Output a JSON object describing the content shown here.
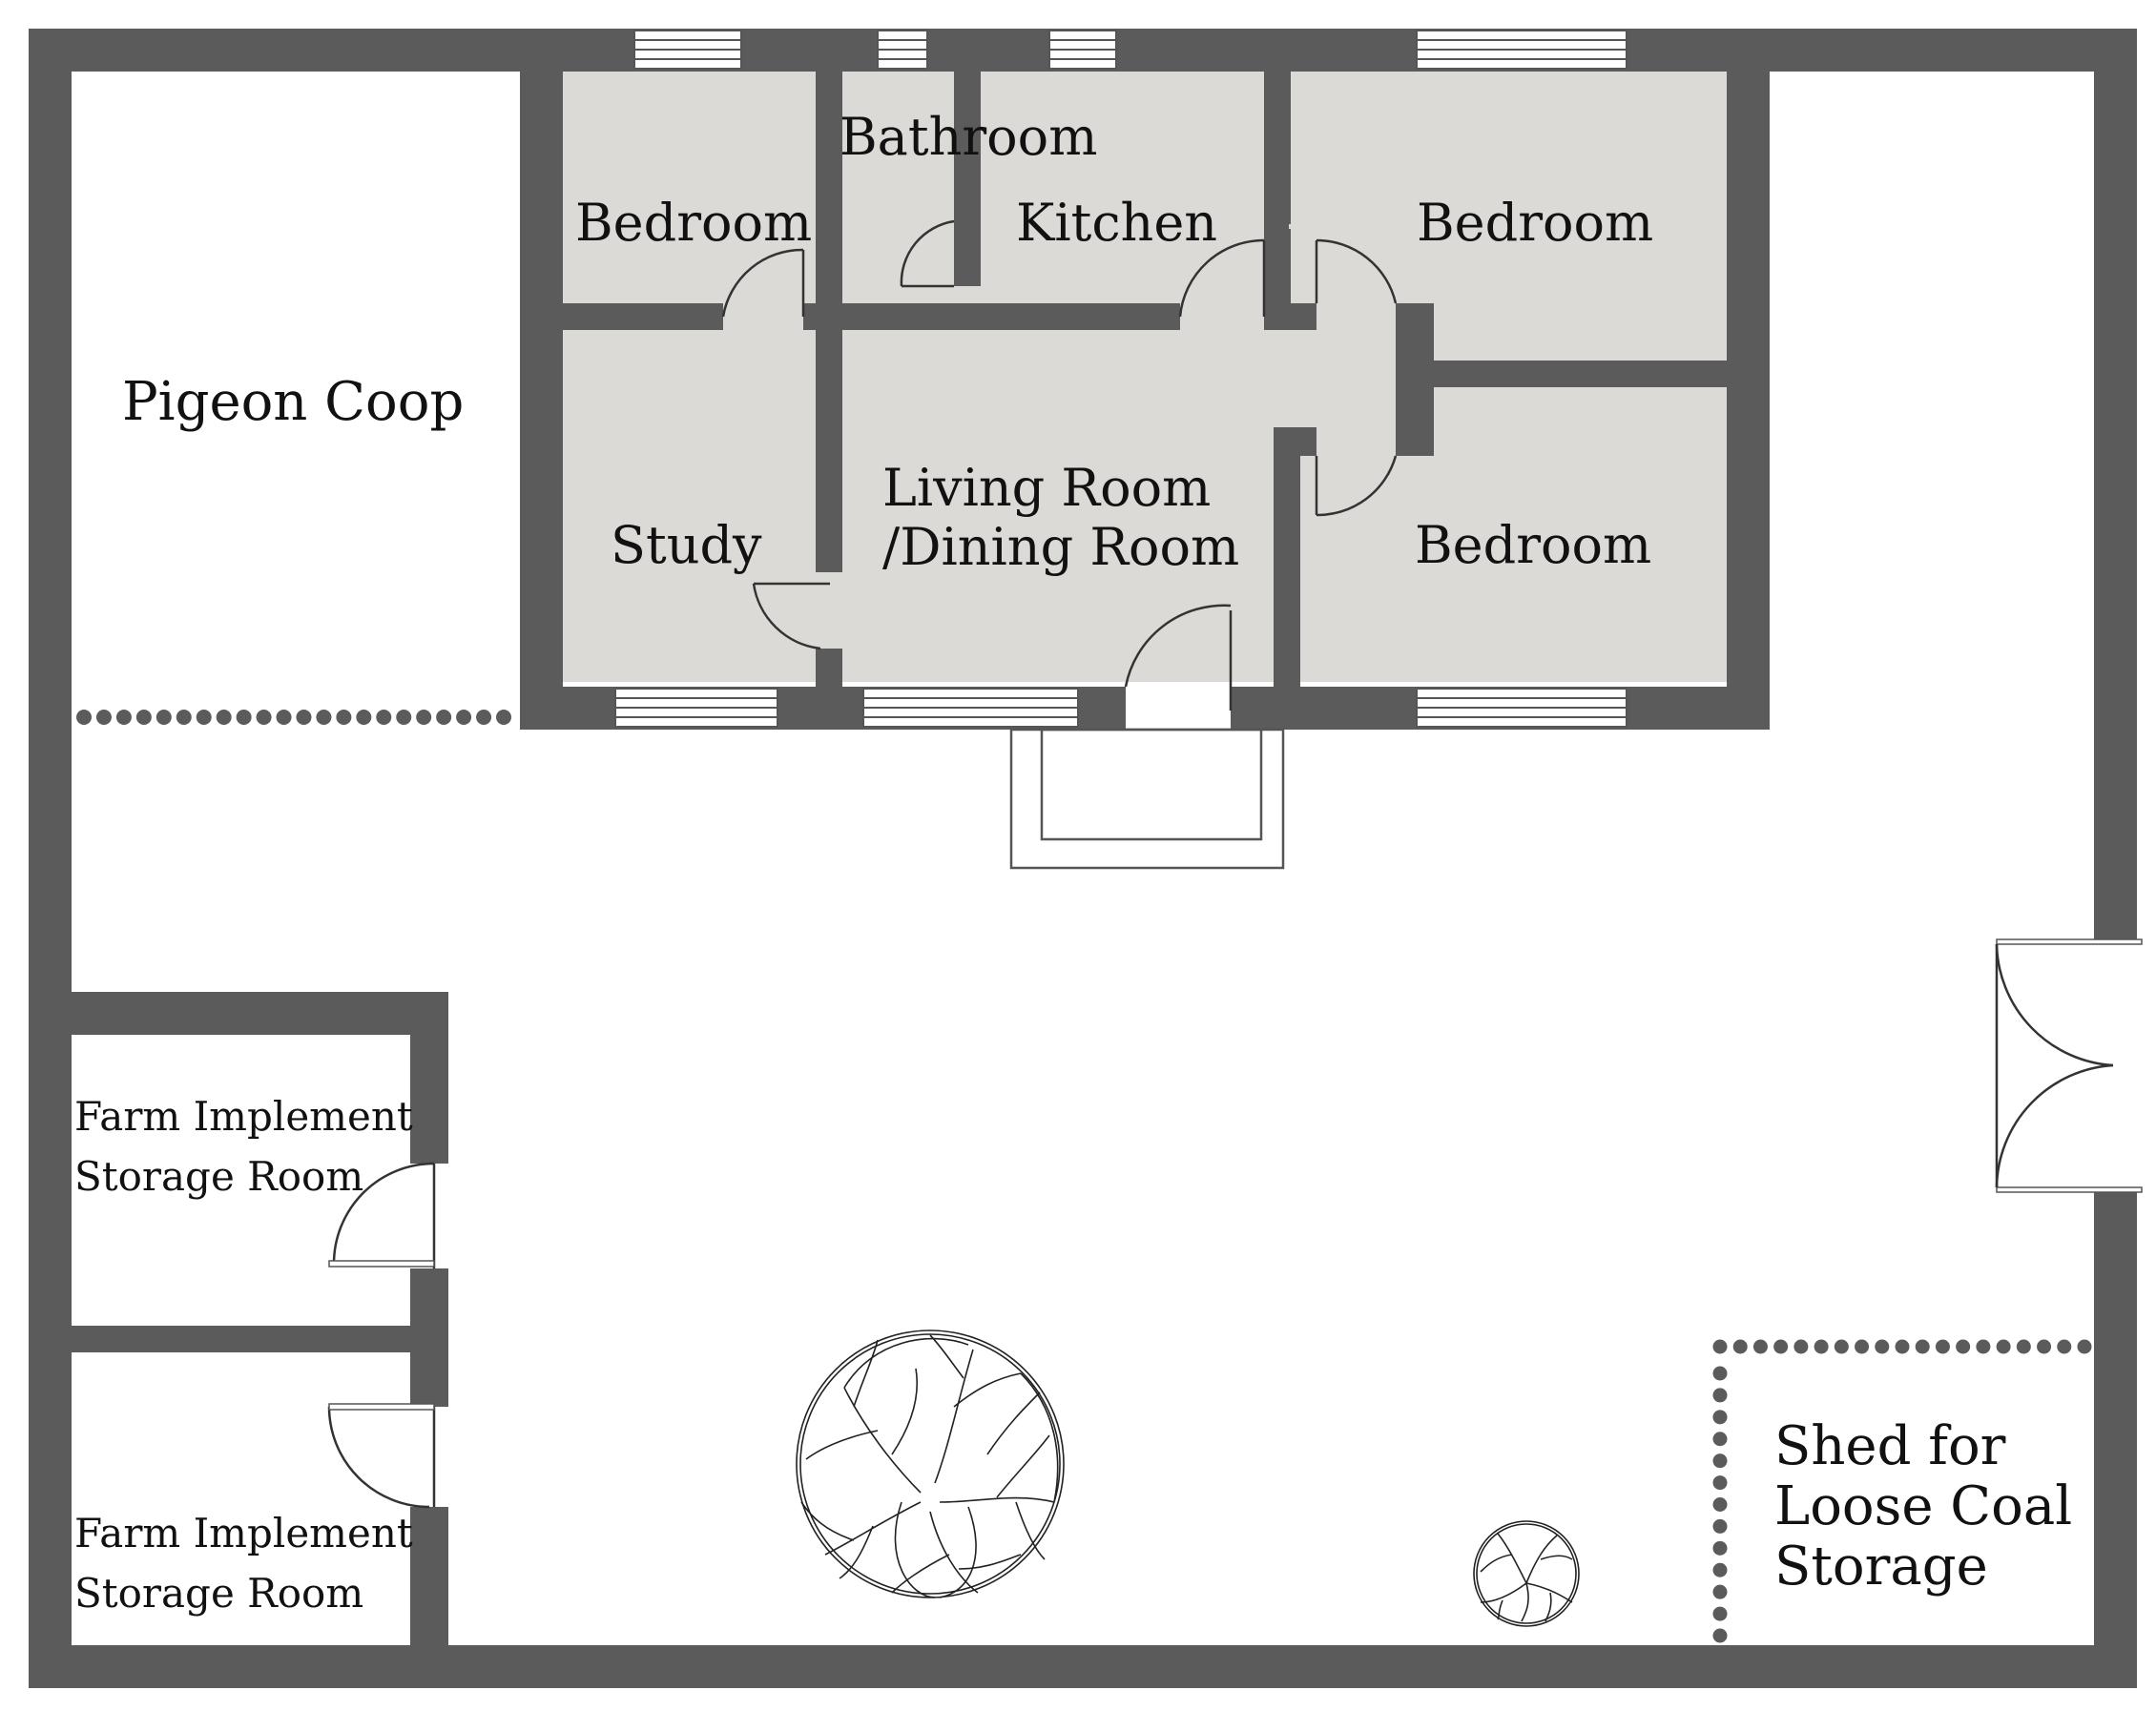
{
  "rooms": {
    "pigeon_coop": "Pigeon Coop",
    "bedroom_nw": "Bedroom",
    "bathroom": "Bathroom",
    "kitchen": "Kitchen",
    "bedroom_ne": "Bedroom",
    "study": "Study",
    "living_line1": "Living Room",
    "living_line2": "/Dining Room",
    "bedroom_se": "Bedroom",
    "farm_storage_1_line1": "Farm Implement",
    "farm_storage_1_line2": "Storage Room",
    "farm_storage_2_line1": "Farm Implement",
    "farm_storage_2_line2": "Storage Room",
    "coal_shed_line1": "Shed for",
    "coal_shed_line2": "Loose Coal",
    "coal_shed_line3": "Storage"
  },
  "colors": {
    "wall": "#5b5b5b",
    "floor": "#dcdad6",
    "background": "#ffffff"
  }
}
